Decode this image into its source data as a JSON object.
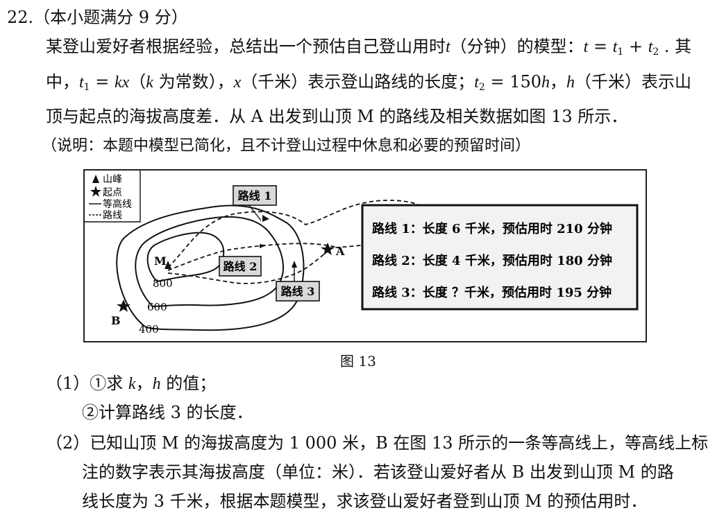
{
  "problem": {
    "number": "22.",
    "score_note": "（本小题满分 9 分）",
    "intro_l1_a": "某登山爱好者根据经验，总结出一个预估自己登山用时",
    "intro_l1_t": "t",
    "intro_l1_b": "（分钟）的模型：",
    "formula_lhs": "t",
    "formula_eq": " = ",
    "formula_t1": "t",
    "formula_t1_sub": "1",
    "formula_plus": " + ",
    "formula_t2": "t",
    "formula_t2_sub": "2",
    "intro_l1_end": " . 其",
    "intro_l2_a": "中，",
    "t1_var": "t",
    "t1_sub": "1",
    "t1_eq": " = ",
    "t1_expr": "kx",
    "intro_l2_b": "（",
    "k_var": "k",
    "intro_l2_c": " 为常数），",
    "x_var": "x",
    "intro_l2_d": "（千米）表示登山路线的长度；",
    "t2_var": "t",
    "t2_sub": "2",
    "t2_eq": " = 150",
    "t2_h": "h",
    "intro_l2_e": "，",
    "h_var": "h",
    "intro_l2_f": "（千米）表示山",
    "intro_l3": "顶与起点的海拔高度差．从 A 出发到山顶 M 的路线及相关数据如图 13 所示．",
    "note": "（说明：本题中模型已简化，且不计登山过程中休息和必要的预留时间）",
    "caption": "图 13",
    "q1_label": "（1）",
    "q1_a_pre": "①求 ",
    "q1_a_k": "k",
    "q1_a_mid": "，",
    "q1_a_h": "h",
    "q1_a_post": " 的值；",
    "q1_b": "②计算路线 3 的长度．",
    "q2_label": "（2）",
    "q2_l1": "已知山顶 M 的海拔高度为 1 000 米，B 在图 13 所示的一条等高线上，等高线上标",
    "q2_l2": "注的数字表示其海拔高度（单位：米）．若该登山爱好者从 B 出发到山顶 M 的路",
    "q2_l3": "线长度为 3 千米，根据本题模型，求该登山爱好者登到山顶 M 的预估用时．"
  },
  "figure": {
    "legend": {
      "peak": "山峰",
      "start": "起点",
      "contour": "等高线",
      "route": "路线"
    },
    "labels": {
      "route1": "路线 1",
      "route2": "路线 2",
      "route3": "路线 3",
      "M": "M",
      "A": "A",
      "B": "B",
      "c800": "800",
      "c600": "600",
      "c400": "400"
    },
    "table": {
      "row1": "路线 1：长度 6 千米，预估用时 210 分钟",
      "row2": "路线 2：长度 4 千米，预估用时 180 分钟",
      "row3": "路线 3：长度 ？千米，预估用时 195 分钟"
    }
  }
}
